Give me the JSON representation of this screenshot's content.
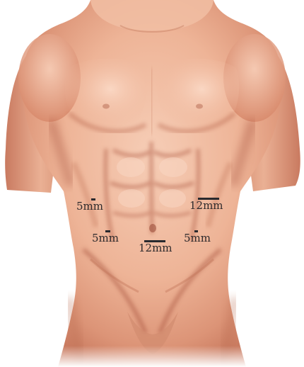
{
  "colors": {
    "skin_light": "#f7cdb5",
    "skin_mid": "#e9a98a",
    "skin_shadow": "#c6765d",
    "skin_deep": "#a9553f",
    "label_text": "#2e2a2c",
    "incision_mark": "#2a2a2e"
  },
  "ports": {
    "upper_left": "5mm",
    "upper_right": "12mm",
    "lower_left": "5mm",
    "lower_center": "12mm",
    "lower_right": "5mm"
  }
}
